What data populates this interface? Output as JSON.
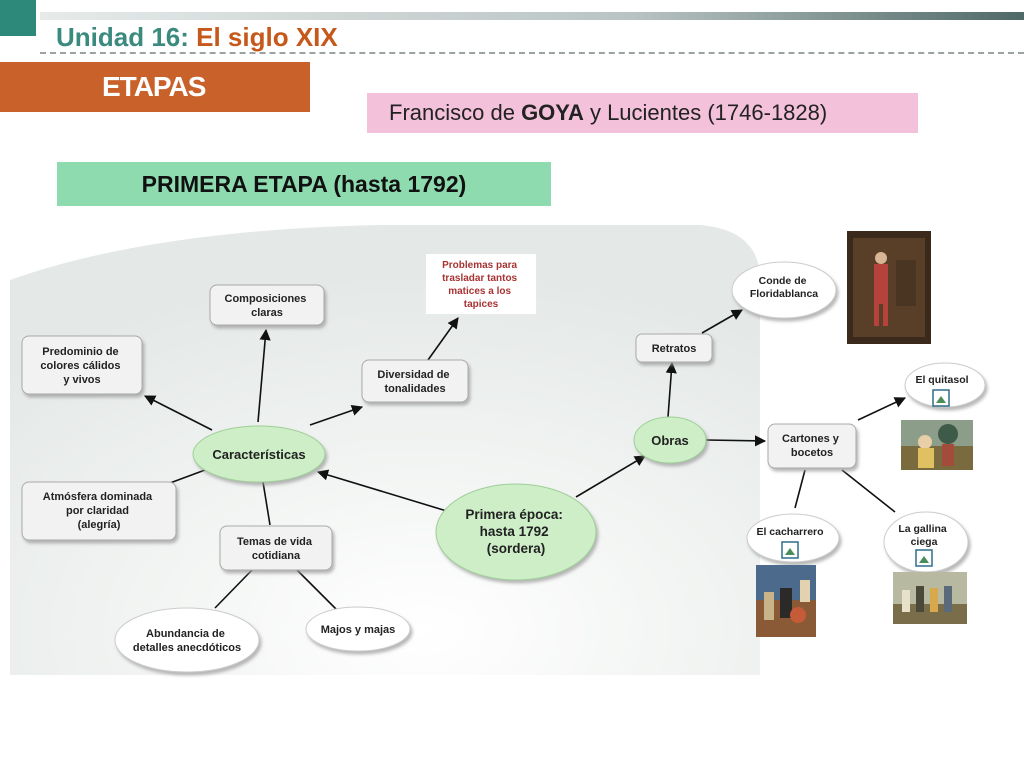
{
  "header": {
    "title_prefix": "Unidad 16: ",
    "title_accent": "El siglo XIX",
    "section": "ETAPAS"
  },
  "subtitle": {
    "pre": "Francisco de ",
    "bold": "GOYA",
    "post": " y Lucientes (1746-1828)"
  },
  "stage": "PRIMERA ETAPA (hasta 1792)",
  "concept_map": {
    "center": [
      "Primera época:",
      "hasta 1792",
      "(sordera)"
    ],
    "caracteristicas": "Características",
    "obras": "Obras",
    "predominio": [
      "Predominio de",
      "colores cálidos",
      "y vivos"
    ],
    "composiciones": [
      "Composiciones",
      "claras"
    ],
    "problemas": [
      "Problemas para",
      "trasladar tantos",
      "matices a los",
      "tapices"
    ],
    "diversidad": [
      "Diversidad de",
      "tonalidades"
    ],
    "atmosfera": [
      "Atmósfera dominada",
      "por claridad",
      "(alegría)"
    ],
    "temas": [
      "Temas de vida",
      "cotidiana"
    ],
    "abundancia": [
      "Abundancia de",
      "detalles anecdóticos"
    ],
    "majos": "Majos y majas",
    "retratos": "Retratos",
    "conde": [
      "Conde de",
      "Floridablanca"
    ],
    "cartones": [
      "Cartones y",
      "bocetos"
    ],
    "quitasol": "El quitasol",
    "cacharrero": "El cacharrero",
    "gallina": [
      "La gallina",
      "ciega"
    ]
  },
  "colors": {
    "teal": "#2d8a7a",
    "orange": "#c8622a",
    "pink": "#f4c1da",
    "green": "#8fdbb0",
    "node_green": "#cdeec7"
  }
}
